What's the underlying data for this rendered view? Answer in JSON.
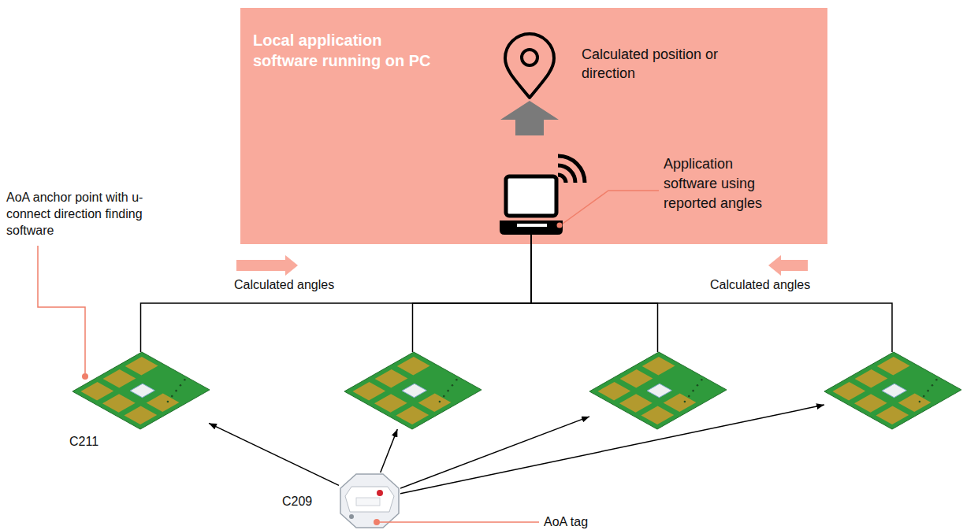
{
  "diagram": {
    "nodes": [
      {
        "text": [
          "Local application software running on PC"
        ]
      },
      {
        "text": [],
        "in": 0
      },
      {
        "text": [
          "C211"
        ]
      },
      {
        "text": []
      },
      {
        "text": []
      },
      {
        "text": []
      },
      {
        "text": [
          "C209"
        ]
      }
    ],
    "edges": [
      {
        "from": 6,
        "to": 2,
        "arrow": "to"
      },
      {
        "from": 6,
        "to": 3,
        "arrow": "to"
      },
      {
        "from": 6,
        "to": 4,
        "arrow": "to"
      },
      {
        "from": 6,
        "to": 5,
        "arrow": "to"
      },
      {
        "from": 2,
        "to": 1,
        "arrow": "none"
      },
      {
        "from": 3,
        "to": 1,
        "arrow": "none"
      },
      {
        "from": 4,
        "to": 1,
        "arrow": "none"
      },
      {
        "from": 5,
        "to": 1,
        "arrow": "none"
      }
    ],
    "labels": [
      "Calculated position or direction",
      "Application software using reported angles",
      "Calculated angles",
      "Calculated angles",
      "AoA anchor point with u-connect direction finding software",
      "AoA tag"
    ]
  }
}
